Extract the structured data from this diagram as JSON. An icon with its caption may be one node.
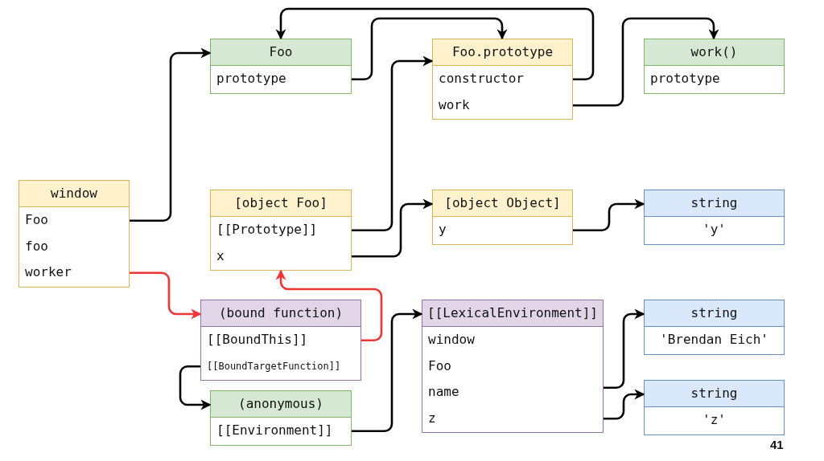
{
  "diagram": {
    "nodes": [
      {
        "text": [
          "Foo",
          "prototype"
        ]
      },
      {
        "text": [
          "Foo.prototype",
          "constructor",
          "work"
        ]
      },
      {
        "text": [
          "work()",
          "prototype"
        ]
      },
      {
        "text": [
          "window",
          "Foo",
          "foo",
          "worker"
        ]
      },
      {
        "text": [
          "[object Foo]",
          "[[Prototype]]",
          "x"
        ]
      },
      {
        "text": [
          "[object Object]",
          "y"
        ]
      },
      {
        "text": [
          "string",
          "'y'"
        ]
      },
      {
        "text": [
          "(bound function)",
          "[[BoundThis]]",
          "[[BoundTargetFunction]]"
        ]
      },
      {
        "text": [
          "[[LexicalEnvironment]]",
          "window",
          "Foo",
          "name",
          "z"
        ]
      },
      {
        "text": [
          "string",
          "'Brendan Eich'"
        ]
      },
      {
        "text": [
          "(anonymous)",
          "[[Environment]]"
        ]
      },
      {
        "text": [
          "string",
          "'z'"
        ]
      }
    ],
    "edges": [
      {
        "from": 3,
        "to": 0,
        "arrow": "to"
      },
      {
        "from": 0,
        "to": 1,
        "arrow": "to"
      },
      {
        "from": 1,
        "to": 0,
        "arrow": "to"
      },
      {
        "from": 1,
        "to": 2,
        "arrow": "to"
      },
      {
        "from": 4,
        "to": 1,
        "arrow": "to"
      },
      {
        "from": 4,
        "to": 5,
        "arrow": "to"
      },
      {
        "from": 5,
        "to": 6,
        "arrow": "to"
      },
      {
        "from": 3,
        "to": 7,
        "arrow": "to",
        "color": "#f03434"
      },
      {
        "from": 7,
        "to": 4,
        "arrow": "to",
        "color": "#f03434"
      },
      {
        "from": 7,
        "to": 10,
        "arrow": "to"
      },
      {
        "from": 10,
        "to": 8,
        "arrow": "to"
      },
      {
        "from": 8,
        "to": 9,
        "arrow": "to"
      },
      {
        "from": 8,
        "to": 11,
        "arrow": "to"
      }
    ],
    "labels": [
      "41"
    ]
  }
}
